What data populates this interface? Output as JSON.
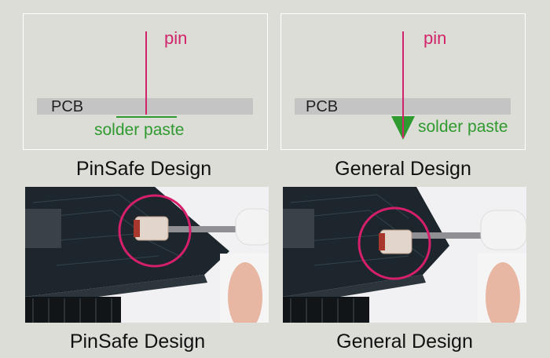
{
  "colors": {
    "background": "#dcddd6",
    "panel_border": "#ffffff",
    "pin": "#d1246b",
    "solder": "#2f9a2f",
    "pcb": "#c4c4c4",
    "highlight_circle": "#d61f6b",
    "board": "#1c262c"
  },
  "left": {
    "diagram": {
      "pin_label": "pin",
      "pcb_label": "PCB",
      "solder_label": "solder paste"
    },
    "caption_top": "PinSafe Design",
    "caption_bottom": "PinSafe Design"
  },
  "right": {
    "diagram": {
      "pin_label": "pin",
      "pcb_label": "PCB",
      "solder_label": "solder paste"
    },
    "caption_top": "General Design",
    "caption_bottom": "General Design"
  }
}
